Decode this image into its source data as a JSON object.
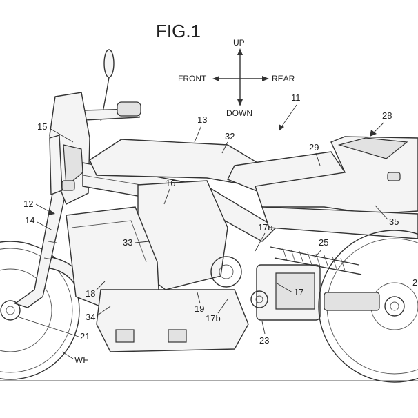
{
  "figure": {
    "title": "FIG.1",
    "directions": {
      "up": "UP",
      "down": "DOWN",
      "front": "FRONT",
      "rear": "REAR"
    }
  },
  "labels": {
    "l11": "11",
    "l12": "12",
    "l13": "13",
    "l14": "14",
    "l15": "15",
    "l16": "16",
    "l17": "17",
    "l17a": "17a",
    "l17b": "17b",
    "l18": "18",
    "l19": "19",
    "l21": "21",
    "l23": "23",
    "l25": "25",
    "l28": "28",
    "l29": "29",
    "l32": "32",
    "l33": "33",
    "l34": "34",
    "l35": "35",
    "lwf": "WF",
    "l2x": "2"
  }
}
